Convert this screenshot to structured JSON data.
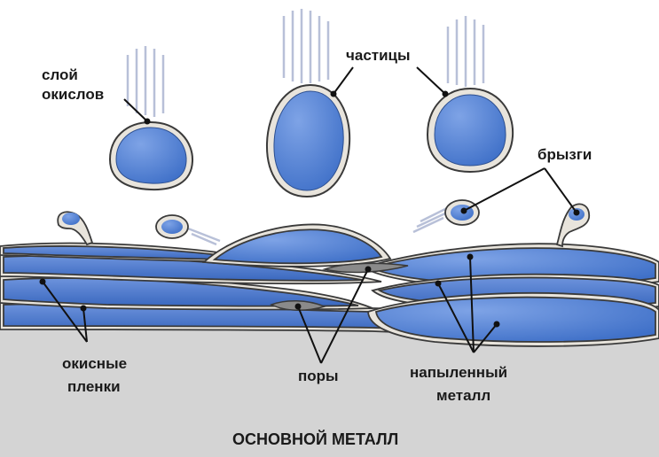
{
  "labels": {
    "oxide_layer_line1": "слой",
    "oxide_layer_line2": "окислов",
    "particles": "частицы",
    "splashes": "брызги",
    "oxide_films_line1": "окисные",
    "oxide_films_line2": "пленки",
    "pores": "поры",
    "sprayed_metal_line1": "напыленный",
    "sprayed_metal_line2": "металл",
    "base_metal": "ОСНОВНОЙ МЕТАЛЛ"
  },
  "colors": {
    "particle_fill": "#3f70c8",
    "particle_highlight": "#7ea3e6",
    "oxide_shell": "#e8e4dc",
    "outline": "#3a3a3a",
    "base_metal": "#d4d4d4",
    "pore": "#8a8a8a",
    "motion_lines": "#b8c0d8"
  }
}
